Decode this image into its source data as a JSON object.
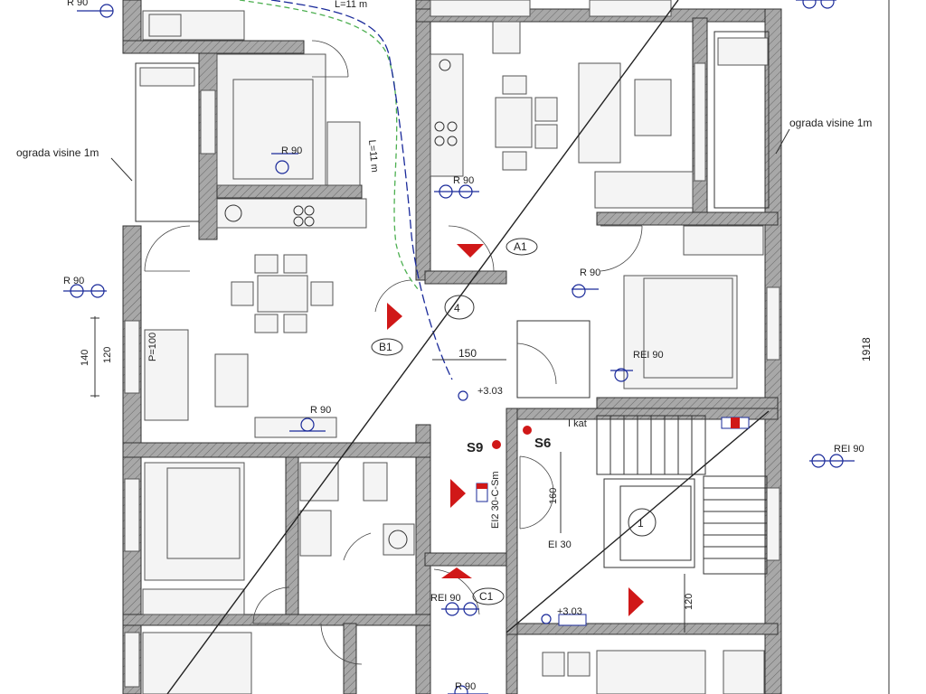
{
  "labels": {
    "fence_left": "ograda visine 1m",
    "fence_right": "ograda visine 1m",
    "r90": "R 90",
    "rei90": "REI 90",
    "ei230": "EI2 30-C-Sm",
    "ei30": "EI 30",
    "floor": "I kat",
    "unit_a1": "A1",
    "unit_b1": "B1",
    "unit_c1": "C1",
    "circle_1": "1",
    "circle_4": "4",
    "s9": "S9",
    "s6": "S6",
    "height_303": "+3.03",
    "dim_140": "140",
    "dim_120": "120",
    "dim_150": "150",
    "dim_160": "160",
    "dim_1918": "1918",
    "length_11": "L=11 m",
    "length_11_top": "L=11 m",
    "p100": "P=100"
  },
  "colors": {
    "wall": "#9a9a9a",
    "fire_red": "#d01818",
    "pipe_blue": "#1a2a9a",
    "pipe_green": "#4caf50"
  }
}
